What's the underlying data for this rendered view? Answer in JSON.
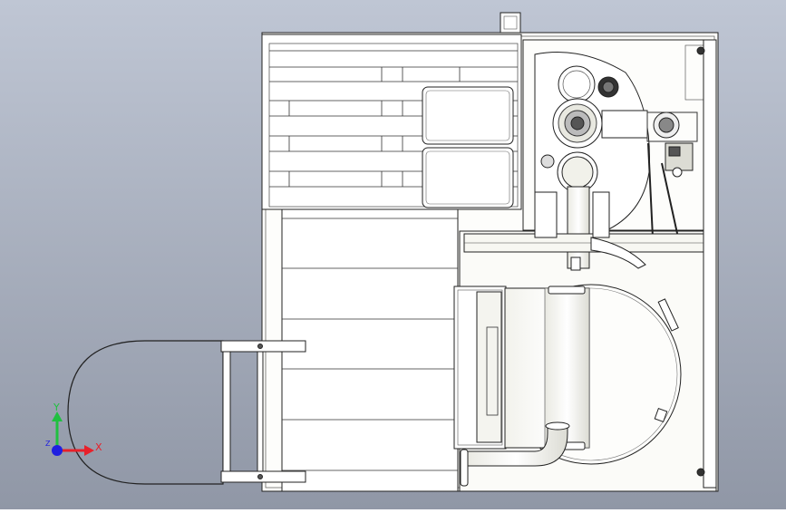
{
  "viewport": {
    "background_top": "#bfc6d4",
    "background_bottom": "#9097a6"
  },
  "model": {
    "fill": "#ffffff",
    "stroke": "#222222",
    "accent_fill": "#f7f7f2"
  },
  "axis_triad": {
    "x_label": "X",
    "y_label": "Y",
    "z_label": "Z",
    "x_color": "#e8202a",
    "y_color": "#20c040",
    "z_color": "#2020e0"
  }
}
